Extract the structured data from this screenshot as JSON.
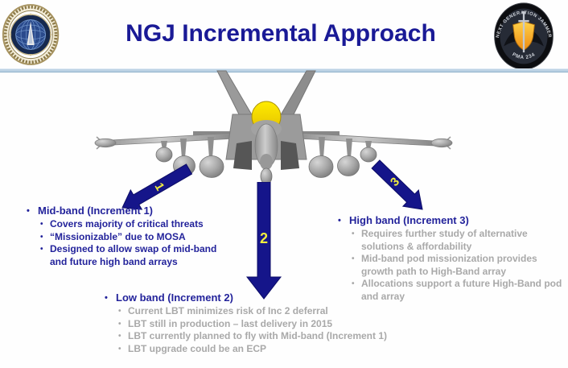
{
  "header": {
    "title": "NGJ Incremental Approach",
    "left_seal_icon": "navy-globe-seal-icon",
    "right_badge": {
      "icon": "ngj-pma234-patch-icon",
      "arc_text": "NEXT GENERATION JAMMER",
      "bottom_text": "PMA 234"
    }
  },
  "diagram": {
    "aircraft_icon": "fighter-jet-front-view",
    "arrows": [
      {
        "label": "1"
      },
      {
        "label": "2"
      },
      {
        "label": "3"
      }
    ]
  },
  "sections": {
    "mid_band": {
      "title": "Mid-band (Increment 1)",
      "bullets": [
        "Covers majority of critical threats",
        "“Missionizable” due to MOSA",
        "Designed to allow swap of mid-band\nand future high band arrays"
      ]
    },
    "low_band": {
      "title": "Low band (Increment 2)",
      "bullets": [
        "Current LBT minimizes risk of Inc 2 deferral",
        "LBT still in production – last delivery in 2015",
        "LBT currently planned to fly with Mid-band (Increment 1)",
        "LBT upgrade could be an ECP"
      ]
    },
    "high_band": {
      "title": "High band (Increment 3)",
      "bullets": [
        "Requires further study of alternative\nsolutions & affordability",
        "Mid-band pod missionization provides\ngrowth path to High-Band array",
        "Allocations support a future High-Band pod\nand array"
      ]
    }
  },
  "colors": {
    "title_blue": "#1a1a96",
    "text_blue": "#23239b",
    "gray_text": "#a9a9a9",
    "arrow_blue": "#15158a",
    "number_yellow": "#f2ee3e",
    "separator_blue": "#bcd2e4",
    "canopy_yellow": "#ffe000"
  }
}
